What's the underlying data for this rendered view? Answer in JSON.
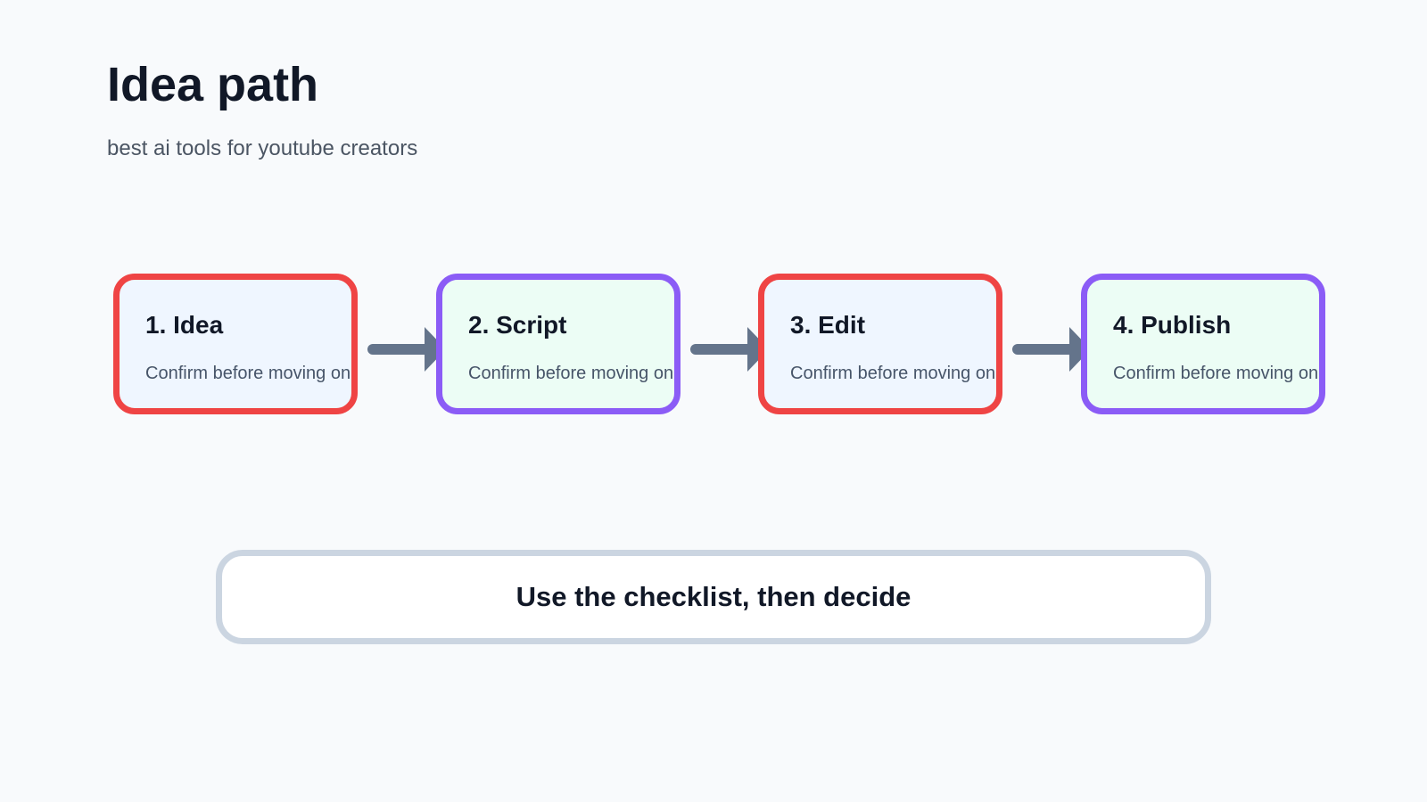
{
  "header": {
    "title": "Idea path",
    "subtitle": "best ai tools for youtube creators"
  },
  "steps": [
    {
      "title": "1. Idea",
      "desc": "Confirm before moving on",
      "border": "#ef4444",
      "fill": "#eff6ff"
    },
    {
      "title": "2. Script",
      "desc": "Confirm before moving on",
      "border": "#8b5cf6",
      "fill": "#ecfdf5"
    },
    {
      "title": "3. Edit",
      "desc": "Confirm before moving on",
      "border": "#ef4444",
      "fill": "#eff6ff"
    },
    {
      "title": "4. Publish",
      "desc": "Confirm before moving on",
      "border": "#8b5cf6",
      "fill": "#ecfdf5"
    }
  ],
  "connector_color": "#64748b",
  "callout": {
    "text": "Use the checklist, then decide",
    "border": "#cbd5e1"
  }
}
